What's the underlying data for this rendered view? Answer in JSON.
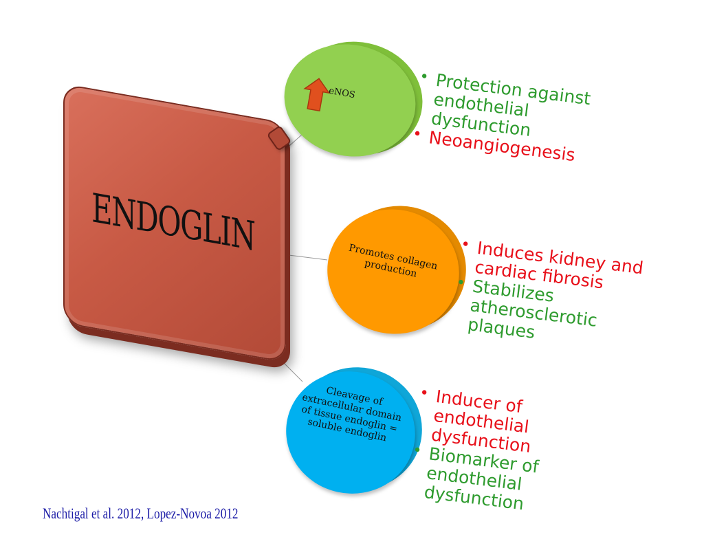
{
  "center": {
    "label": "ENDOGLIN"
  },
  "nodes": [
    {
      "label": "eNOS",
      "icon": "up-arrow-icon",
      "color": "#92d050",
      "effects": [
        {
          "text": "Protection against endothelial dysfunction",
          "color": "#2e9b2e"
        },
        {
          "text": "Neoangiogenesis",
          "color": "#e8101a"
        }
      ]
    },
    {
      "label": "Promotes collagen production",
      "color": "#ff9900",
      "effects": [
        {
          "text": "Induces kidney and cardiac fibrosis",
          "color": "#e8101a"
        },
        {
          "text": "Stabilizes atherosclerotic plaques",
          "color": "#2e9b2e"
        }
      ]
    },
    {
      "label": "Cleavage of extracellular domain of tissue endoglin = soluble endoglin",
      "color": "#00b0f0",
      "effects": [
        {
          "text": "Inducer of endothelial dysfunction",
          "color": "#e8101a"
        },
        {
          "text": "Biomarker of endothelial dysfunction",
          "color": "#2e9b2e"
        }
      ]
    }
  ],
  "citation": "Nachtigal et al. 2012, Lopez-Novoa 2012"
}
